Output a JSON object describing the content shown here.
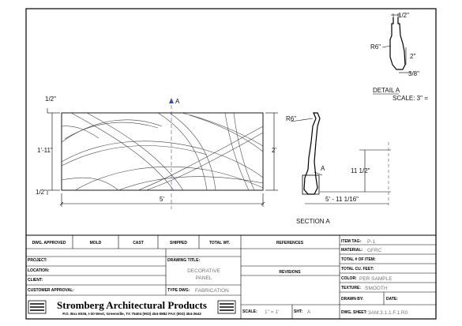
{
  "drawing": {
    "panel": {
      "width": "5'",
      "height_left": "1'-11\"",
      "height_right": "2'",
      "top_offset": "1/2\"",
      "bottom_offset": "1/2\"",
      "cut_marker": "A"
    },
    "section": {
      "label": "SECTION A",
      "radius": "R6\"",
      "depth": "11 1/2\"",
      "width": "5' - 11 1/16\"",
      "marker": "A"
    },
    "detail": {
      "title": "DETAIL A",
      "scale": "SCALE: 3\" =",
      "radius": "R6\"",
      "top_dim": "1/2\"",
      "mid_dim": "2\"",
      "bottom_dim": "3/8\""
    }
  },
  "title_block": {
    "headers": [
      "DWG. APPROVED",
      "MOLD",
      "CAST",
      "SHIPPED",
      "TOTAL WT."
    ],
    "project_label": "PROJECT:",
    "location_label": "LOCATION:",
    "client_label": "CLIENT:",
    "customer_approval_label": "CUSTOMER APPROVAL:",
    "drawing_title_label": "DRAWING TITLE:",
    "drawing_title_line1": "DECORATIVE",
    "drawing_title_line2": "PANEL",
    "type_dwg_label": "TYPE DWG:",
    "type_dwg_value": "FABRICATION",
    "references_label": "REFERENCES",
    "revisions_label": "REVISIONS",
    "scale_label": "SCALE:",
    "scale_value": "1\" = 1'",
    "sht_label": "SHT:",
    "sht_value": "A",
    "item_tag_label": "ITEM TAG:",
    "item_tag_value": "P-1",
    "material_label": "MATERIAL:",
    "material_value": "GFRC",
    "total_items_label": "TOTAL # OF ITEM:",
    "total_cu_label": "TOTAL CU. FEET:",
    "color_label": "COLOR:",
    "color_value": "PER SAMPLE",
    "texture_label": "TEXTURE:",
    "texture_value": "SMOOTH",
    "drawn_by_label": "DRAWN BY:",
    "date_label": "DATE:",
    "dwg_sheet_label": "DWG. SHEET:",
    "dwg_sheet_value": "3AM.3.1.1.F.1.R0",
    "company_name": "Stromberg Architectural Products",
    "company_address": "P.O. Box 6036, I-30 West, Greenville, TX 75404   (903) 454-0882   FAX (903) 454-3642"
  }
}
